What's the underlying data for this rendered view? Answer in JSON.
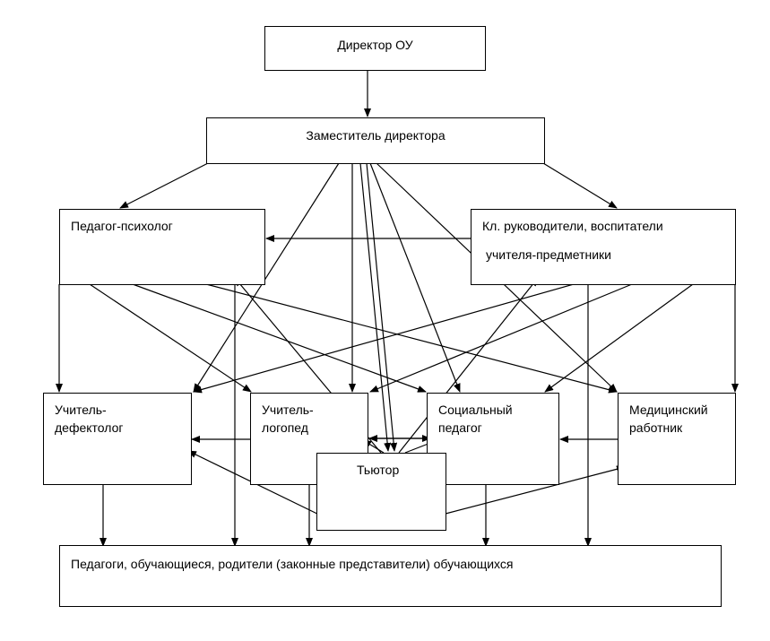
{
  "director": "Директор ОУ",
  "deputy": "Заместитель директора",
  "psychologist": "Педагог-психолог",
  "class_teachers": {
    "line1": "Кл. руководители, воспитатели",
    "line2": "учителя-предметники"
  },
  "defectologist": {
    "line1": "Учитель-",
    "line2": "дефектолог"
  },
  "speech_therapist": {
    "line1": "Учитель-",
    "line2": "логопед"
  },
  "social_teacher": {
    "line1": "Социальный",
    "line2": "педагог"
  },
  "medical_worker": {
    "line1": "Медицинский",
    "line2": "работник"
  },
  "tutor": "Тьютор",
  "bottom": "Педагоги, обучающиеся, родители (законные представители) обучающихся"
}
